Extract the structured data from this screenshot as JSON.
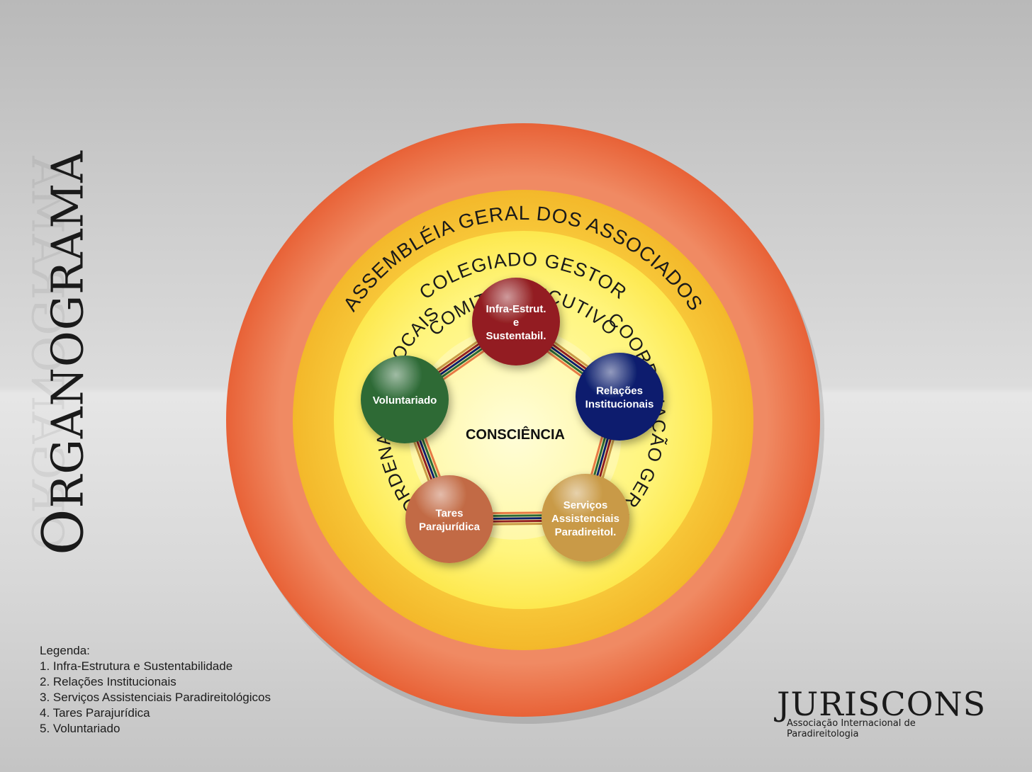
{
  "title": "ORGANOGRAMA",
  "rings": {
    "outer": {
      "label": "ASSEMBLÉIA GERAL DOS ASSOCIADOS",
      "color": "#ee7146"
    },
    "middle": {
      "label": "COLEGIADO GESTOR",
      "color": "#f7c434"
    },
    "inner": {
      "label_top": "COMITÊ EXECUTIVO",
      "label_right": "COORDENAÇÃO GERAL",
      "label_left": "COORDENAÇÕES LOCAIS",
      "color": "#fff26b"
    }
  },
  "center_label": "CONSCIÊNCIA",
  "nodes": [
    {
      "id": "infra",
      "lines": [
        "Infra-Estrut.",
        "e",
        "Sustentabil."
      ],
      "color": "#931f22"
    },
    {
      "id": "relacoes",
      "lines": [
        "Relações",
        "Institucionais"
      ],
      "color": "#0d1f6e"
    },
    {
      "id": "servicos",
      "lines": [
        "Serviços",
        "Assistenciais",
        "Paradireitol."
      ],
      "color": "#c99a46"
    },
    {
      "id": "tares",
      "lines": [
        "Tares",
        "Parajurídica"
      ],
      "color": "#c26a44"
    },
    {
      "id": "voluntariado",
      "lines": [
        "Voluntariado"
      ],
      "color": "#2d6a36"
    }
  ],
  "legend": {
    "heading": "Legenda:",
    "items": [
      "1. Infra-Estrutura e Sustentabilidade",
      "2. Relações Institucionais",
      "3. Serviços Assistenciais Paradireitológicos",
      "4. Tares Parajurídica",
      "5. Voluntariado"
    ]
  },
  "logo": {
    "name": "JURISCONS",
    "tagline": "Associação Internacional de Paradireitologia"
  }
}
